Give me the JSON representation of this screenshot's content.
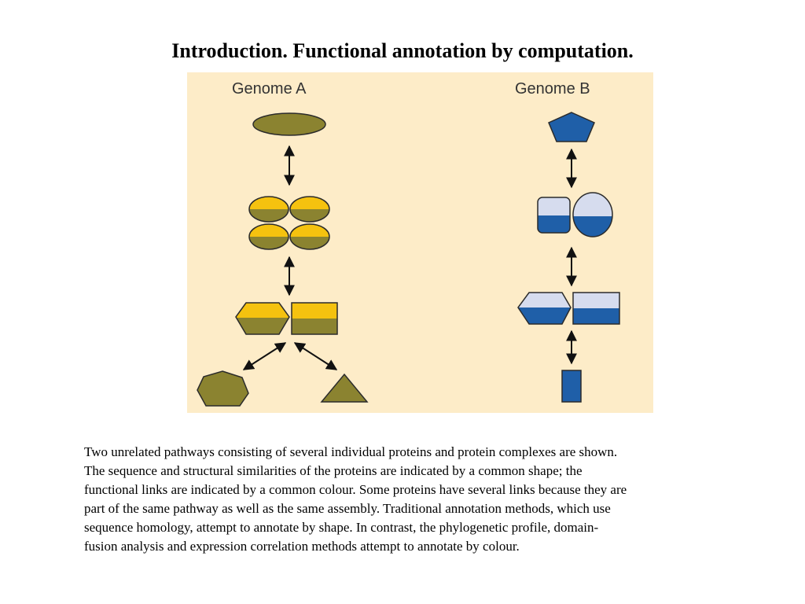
{
  "title": "Introduction. Functional annotation by computation.",
  "figure": {
    "genome_a_label": "Genome A",
    "genome_b_label": "Genome B",
    "colors": {
      "background": "#fdecc8",
      "olive": "#8b8330",
      "yellow": "#f5c20f",
      "blue": "#1f5fa8",
      "light_blue": "#d6dcee",
      "outline": "#2b2b2b"
    }
  },
  "caption": {
    "lines": [
      "Two unrelated pathways consisting of several individual proteins and protein complexes are shown.",
      "The sequence and structural similarities of the proteins are indicated by a common shape; the",
      "functional links are indicated by a common colour. Some proteins have several links because they are",
      "part of the same pathway as well as the same assembly. Traditional annotation methods, which use",
      "sequence homology, attempt to annotate by shape. In contrast, the phylogenetic profile, domain-",
      "fusion analysis and expression correlation methods attempt to annotate by colour."
    ]
  }
}
